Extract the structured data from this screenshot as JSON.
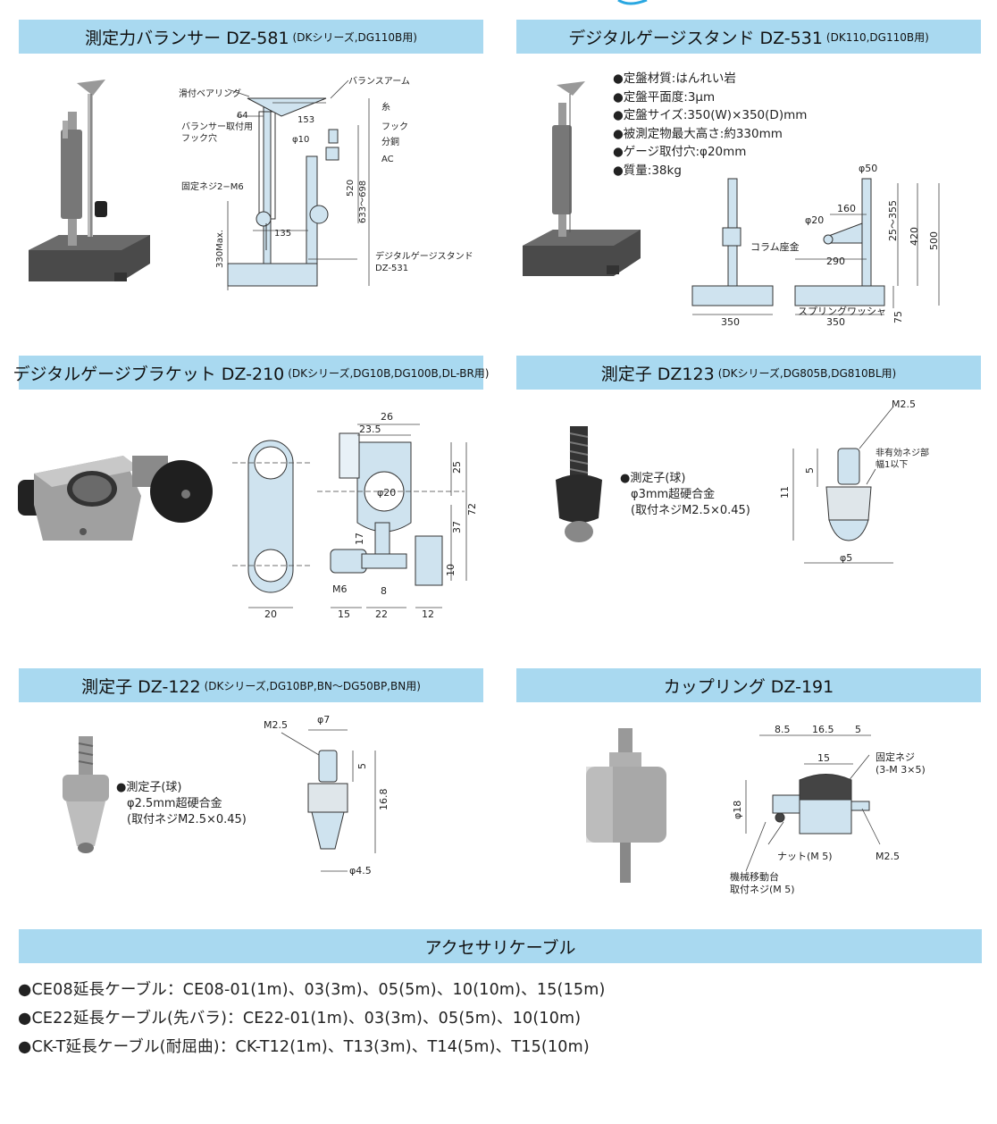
{
  "sections": {
    "balancer": {
      "title": "測定力バランサー DZ-581",
      "subtitle": "(DKシリーズ,DG110B用)",
      "labels": [
        "滑付ベアリング",
        "バランスアーム",
        "64",
        "153",
        "糸",
        "バランサー取付用",
        "フック穴",
        "フック",
        "φ10",
        "分銅",
        "AC",
        "固定ネジ2−M6",
        "520",
        "633〜698",
        "135",
        "330Max.",
        "デジタルゲージスタンド",
        "DZ-531"
      ]
    },
    "stand": {
      "title": "デジタルゲージスタンド DZ-531",
      "subtitle": "(DK110,DG110B用)",
      "specs": [
        "●定盤材質:はんれい岩",
        "●定盤平面度:3μm",
        "●定盤サイズ:350(W)×350(D)mm",
        "●被測定物最大高さ:約330mm",
        "●ゲージ取付穴:φ20mm",
        "●質量:38kg"
      ],
      "labels": [
        "φ50",
        "φ20",
        "160",
        "25〜355",
        "420",
        "500",
        "コラム座金",
        "290",
        "スプリングワッシャ",
        "350",
        "350",
        "75"
      ]
    },
    "bracket": {
      "title": "デジタルゲージブラケット DZ-210",
      "subtitle": "(DKシリーズ,DG10B,DG100B,DL-BR用)",
      "labels": [
        "26",
        "23.5",
        "25",
        "φ20",
        "72",
        "37",
        "17",
        "10",
        "M6",
        "8",
        "20",
        "15",
        "22",
        "12"
      ]
    },
    "probe123": {
      "title": "測定子 DZ123",
      "subtitle": "(DKシリーズ,DG805B,DG810BL用)",
      "note": [
        "●測定子(球)",
        "φ3mm超硬合金",
        "(取付ネジM2.5×0.45)"
      ],
      "labels": [
        "M2.5",
        "非有効ネジ部",
        "幅1以下",
        "5",
        "11",
        "φ5"
      ]
    },
    "probe122": {
      "title": "測定子 DZ-122",
      "subtitle": "(DKシリーズ,DG10BP,BN〜DG50BP,BN用)",
      "note": [
        "●測定子(球)",
        "φ2.5mm超硬合金",
        "(取付ネジM2.5×0.45)"
      ],
      "labels": [
        "M2.5",
        "φ7",
        "5",
        "16.8",
        "φ4.5"
      ]
    },
    "coupling": {
      "title": "カップリング DZ-191",
      "subtitle": "",
      "labels": [
        "8.5",
        "16.5",
        "5",
        "15",
        "固定ネジ",
        "(3-M 3×5)",
        "φ18",
        "ナット(M 5)",
        "M2.5",
        "機械移動台",
        "取付ネジ(M 5)"
      ]
    },
    "cables": {
      "title": "アクセサリケーブル",
      "items": [
        "●CE08延長ケーブル：CE08-01(1m)、03(3m)、05(5m)、10(10m)、15(15m)",
        "●CE22延長ケーブル(先バラ)：CE22-01(1m)、03(3m)、05(5m)、10(10m)",
        "●CK-T延長ケーブル(耐屈曲)：CK-T12(1m)、T13(3m)、T14(5m)、T15(10m)"
      ]
    }
  },
  "colors": {
    "header_bg": "#a9d9f0",
    "drawing_fill": "#cfe3ef",
    "accent": "#29a7e1"
  }
}
